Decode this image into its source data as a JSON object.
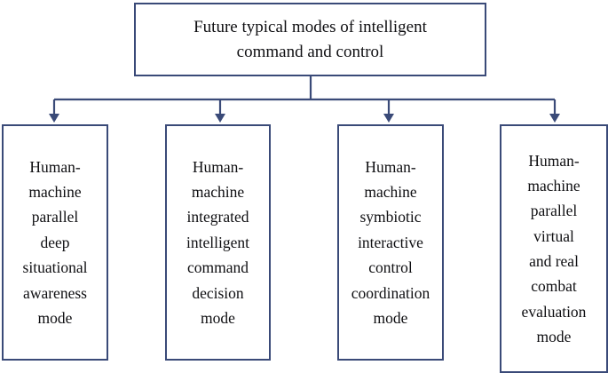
{
  "diagram": {
    "type": "hierarchy-tree",
    "orientation": "top-down",
    "colors": {
      "border": "#3a4a78",
      "connector": "#3a4a78",
      "background": "#ffffff",
      "text": "#0f0f12"
    },
    "root": {
      "label": "Future typical modes of intelligent command and control",
      "lines": "Future typical modes of intelligent\ncommand and control"
    },
    "children": [
      {
        "label": "Human-machine parallel deep situational awareness mode",
        "lines": "Human-\nmachine\nparallel\ndeep\nsituational\nawareness\nmode"
      },
      {
        "label": "Human-machine integrated intelligent command decision mode",
        "lines": "Human-\nmachine\nintegrated\nintelligent\ncommand\ndecision\nmode"
      },
      {
        "label": "Human-machine symbiotic interactive control coordination mode",
        "lines": "Human-\nmachine\nsymbiotic\ninteractive\ncontrol\ncoordination\nmode"
      },
      {
        "label": "Human-machine parallel virtual and real combat evaluation mode",
        "lines": "Human-\nmachine\nparallel\nvirtual\nand real\ncombat\nevaluation\nmode"
      }
    ]
  }
}
